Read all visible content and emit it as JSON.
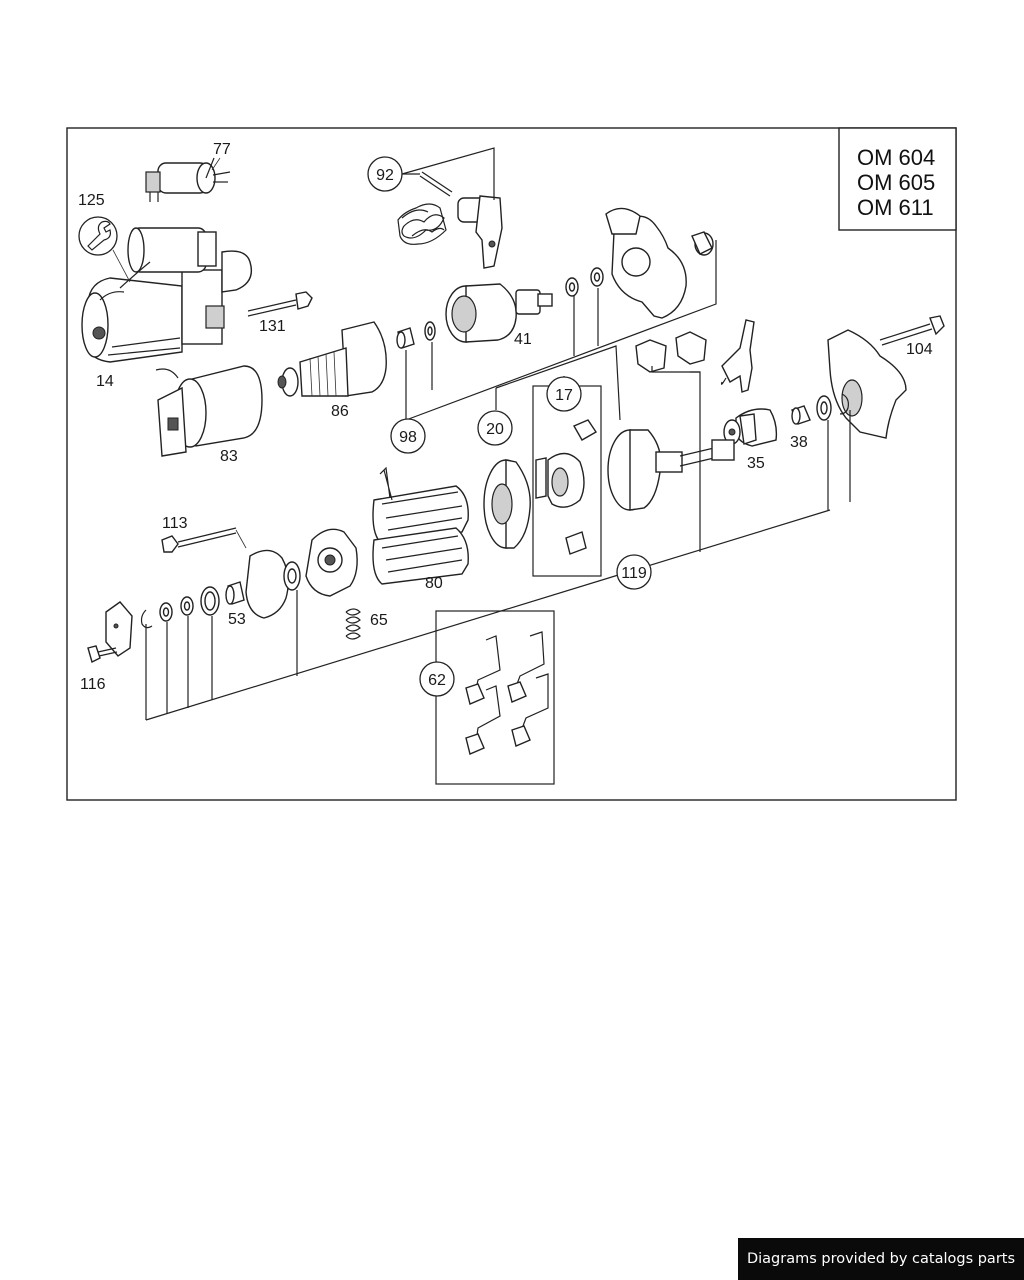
{
  "engine_models": [
    "OM 604",
    "OM 605",
    "OM 611"
  ],
  "labels": {
    "p14": "14",
    "p17": "17",
    "p20": "20",
    "p35": "35",
    "p38": "38",
    "p41": "41",
    "p53": "53",
    "p62": "62",
    "p65": "65",
    "p77": "77",
    "p80": "80",
    "p83": "83",
    "p86": "86",
    "p92": "92",
    "p98": "98",
    "p104": "104",
    "p113": "113",
    "p116": "116",
    "p119": "119",
    "p125": "125",
    "p131": "131"
  },
  "icons": {
    "p125": "wrench-icon"
  },
  "footer": {
    "text": "Diagrams provided by catalogs parts"
  }
}
